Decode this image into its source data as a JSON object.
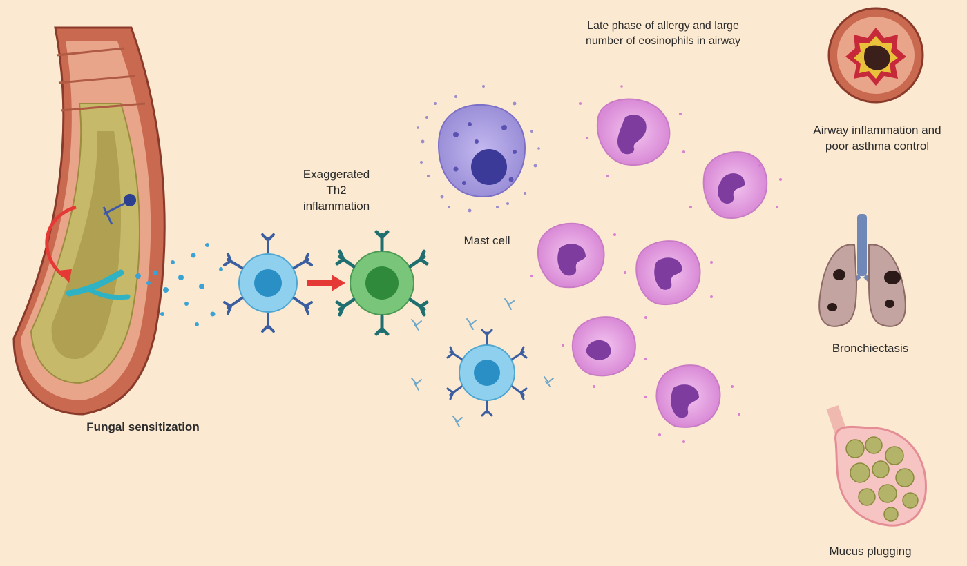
{
  "labels": {
    "fungal": "Fungal sensitization",
    "th2": [
      "Exaggerated",
      "Th2",
      "inflammation"
    ],
    "mast": "Mast cell",
    "late_phase": [
      "Late phase of allergy and  large",
      "number of eosinophils in airway"
    ],
    "airway": [
      "Airway inflammation and",
      "poor asthma control"
    ],
    "bronch": "Bronchiectasis",
    "mucus": "Mucus plugging"
  },
  "colors": {
    "background": "#fbe9d1",
    "t_cell": "#8fd0ef",
    "t_nucleus": "#2a8fc4",
    "th2_cell": "#79c57a",
    "th2_nucleus": "#2f8a3c",
    "mast_cell": "#a99ce0",
    "mast_nucleus": "#3c3a99",
    "eosinophil": "#e6a2e3",
    "eos_nucleus": "#7d3c9e",
    "arrow": "#e53935",
    "spores": "#3aa3d6"
  }
}
